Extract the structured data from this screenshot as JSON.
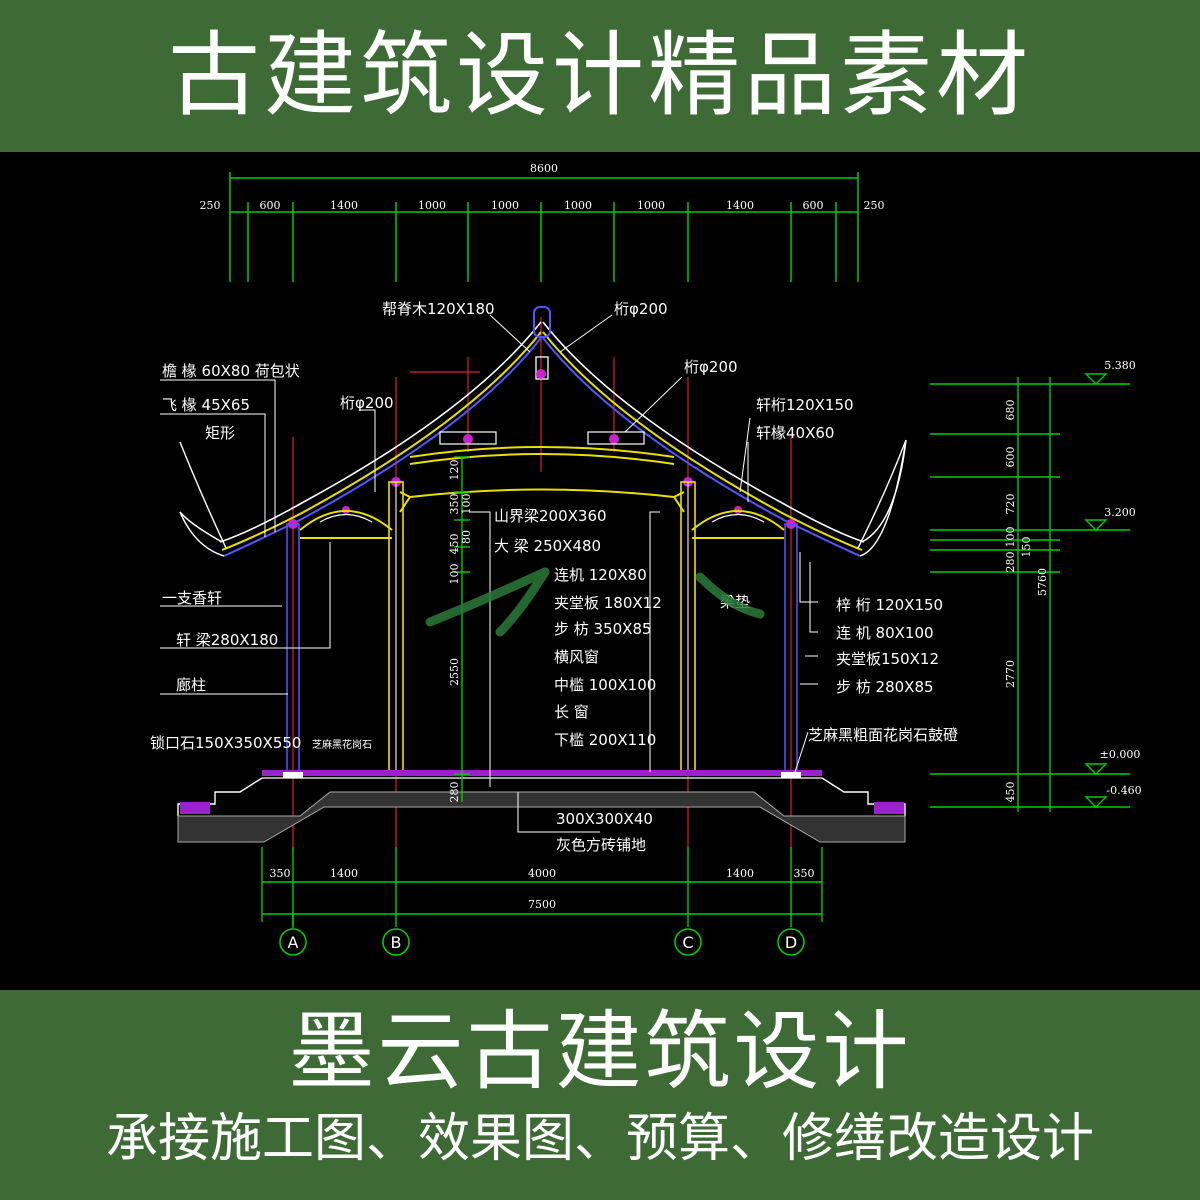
{
  "header": {
    "title": "古建筑设计精品素材"
  },
  "footer": {
    "brand": "墨云古建筑设计",
    "services": "承接施工图、效果图、预算、修缮改造设计"
  },
  "drawing": {
    "top_dims": {
      "total": "8600",
      "d1": "250",
      "d2": "600",
      "d3": "1400",
      "d4": "1000",
      "d5": "1000",
      "d6": "1000",
      "d7": "1000",
      "d8": "1400",
      "d9": "600",
      "d10": "250"
    },
    "bottom_dims": {
      "d1": "350",
      "d2": "1400",
      "d3": "4000",
      "d4": "1400",
      "d5": "350",
      "total": "7500"
    },
    "axes": {
      "a": "A",
      "b": "B",
      "c": "C",
      "d": "D"
    },
    "elevations": {
      "top": "5.380",
      "mid": "3.200",
      "floor": "±0.000",
      "ground": "-0.460"
    },
    "right_dims": {
      "r1": "680",
      "r2": "600",
      "r3": "720",
      "r4": "100",
      "r5": "150",
      "r6": "280",
      "r7": "2770",
      "r8": "450",
      "total": "5760"
    },
    "mid_dims": {
      "m1": "120",
      "m2": "350",
      "m3": "100",
      "m4": "450",
      "m5": "80",
      "m6": "100",
      "m7": "2550",
      "m8": "280"
    },
    "labels": {
      "ridge_wood": "帮脊木120X180",
      "purlin_top": "桁φ200",
      "purlin_right": "桁φ200",
      "purlin_left": "桁φ200",
      "eave_rafter": "檐 椽 60X80 荷包状",
      "flying_rafter": "飞 椽 45X65",
      "rect": "矩形",
      "incense": "一支香轩",
      "xuan_beam": "轩 梁280X180",
      "corridor_col": "廊柱",
      "threshold_stone": "锁口石150X350X550",
      "small_stone": "芝麻黑花岗石",
      "xuan_purlin": "轩桁120X150",
      "xuan_rafter": "轩椽40X60",
      "shanjie_beam": "山界梁200X360",
      "big_beam": "大 梁 250X480",
      "lianji": "连机 120X80",
      "jiatang": "夹堂板 180X12",
      "bufang": "步 枋 350X85",
      "transom": "横风窗",
      "mid_sill": "中槛 100X100",
      "long_window": "长 窗",
      "low_sill": "下槛 200X110",
      "beam_pad": "梁垫",
      "zi_purlin": "梓 桁 120X150",
      "lianji_r": "连 机 80X100",
      "jiatang_r": "夹堂板150X12",
      "bufang_r": "步 枋 280X85",
      "drum_stone": "芝麻黑粗面花岗石鼓磴",
      "floor_tile": "300X300X40",
      "floor_tile2": "灰色方砖铺地"
    }
  }
}
